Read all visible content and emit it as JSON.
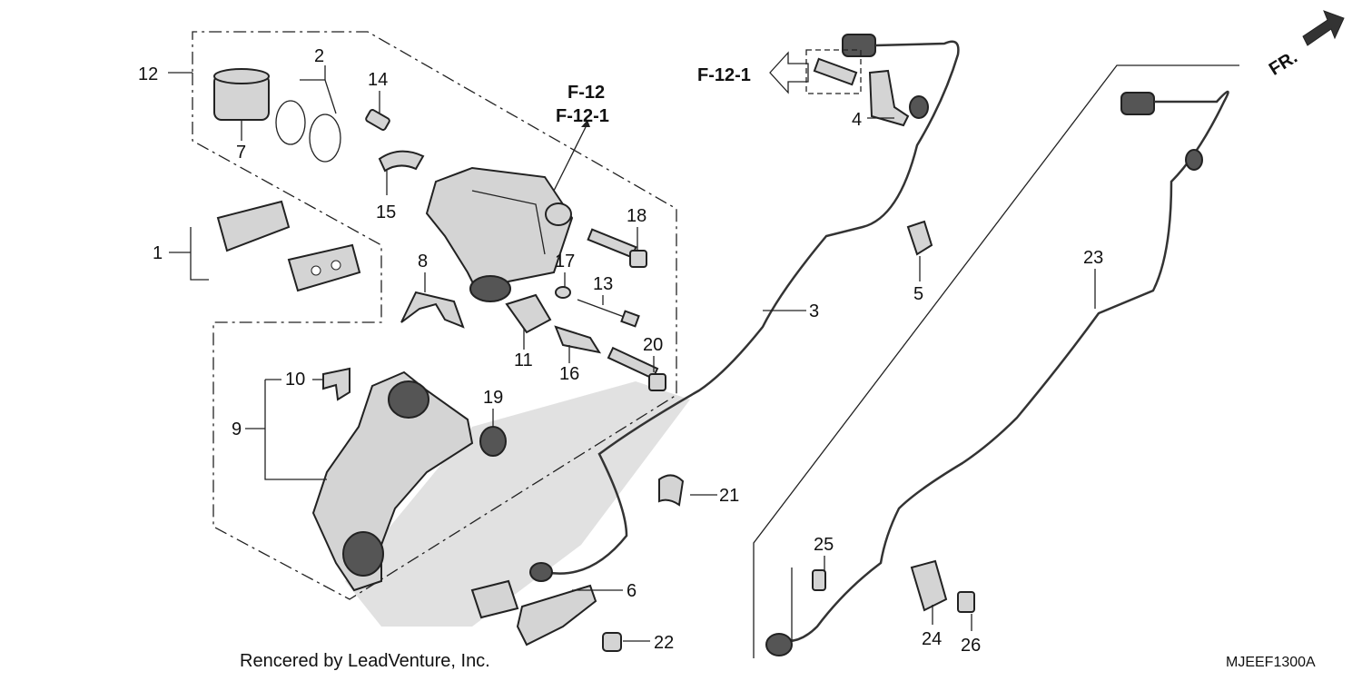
{
  "callouts": [
    {
      "id": "c1",
      "text": "1"
    },
    {
      "id": "c2",
      "text": "2"
    },
    {
      "id": "c3",
      "text": "3"
    },
    {
      "id": "c4",
      "text": "4"
    },
    {
      "id": "c5",
      "text": "5"
    },
    {
      "id": "c6",
      "text": "6"
    },
    {
      "id": "c7",
      "text": "7"
    },
    {
      "id": "c8",
      "text": "8"
    },
    {
      "id": "c9",
      "text": "9"
    },
    {
      "id": "c10",
      "text": "10"
    },
    {
      "id": "c11",
      "text": "11"
    },
    {
      "id": "c12",
      "text": "12"
    },
    {
      "id": "c13",
      "text": "13"
    },
    {
      "id": "c14",
      "text": "14"
    },
    {
      "id": "c15",
      "text": "15"
    },
    {
      "id": "c16",
      "text": "16"
    },
    {
      "id": "c17",
      "text": "17"
    },
    {
      "id": "c18",
      "text": "18"
    },
    {
      "id": "c19",
      "text": "19"
    },
    {
      "id": "c20",
      "text": "20"
    },
    {
      "id": "c21",
      "text": "21"
    },
    {
      "id": "c22",
      "text": "22"
    },
    {
      "id": "c23",
      "text": "23"
    },
    {
      "id": "c24",
      "text": "24"
    },
    {
      "id": "c25",
      "text": "25"
    },
    {
      "id": "c26",
      "text": "26"
    }
  ],
  "references": {
    "f12": "F-12",
    "f12_1": "F-12-1",
    "f12_1_arrow": "F-12-1"
  },
  "front_label": "FR.",
  "footer_text": "Rencered by LeadVenture, Inc.",
  "diagram_code": "MJEEF1300A"
}
